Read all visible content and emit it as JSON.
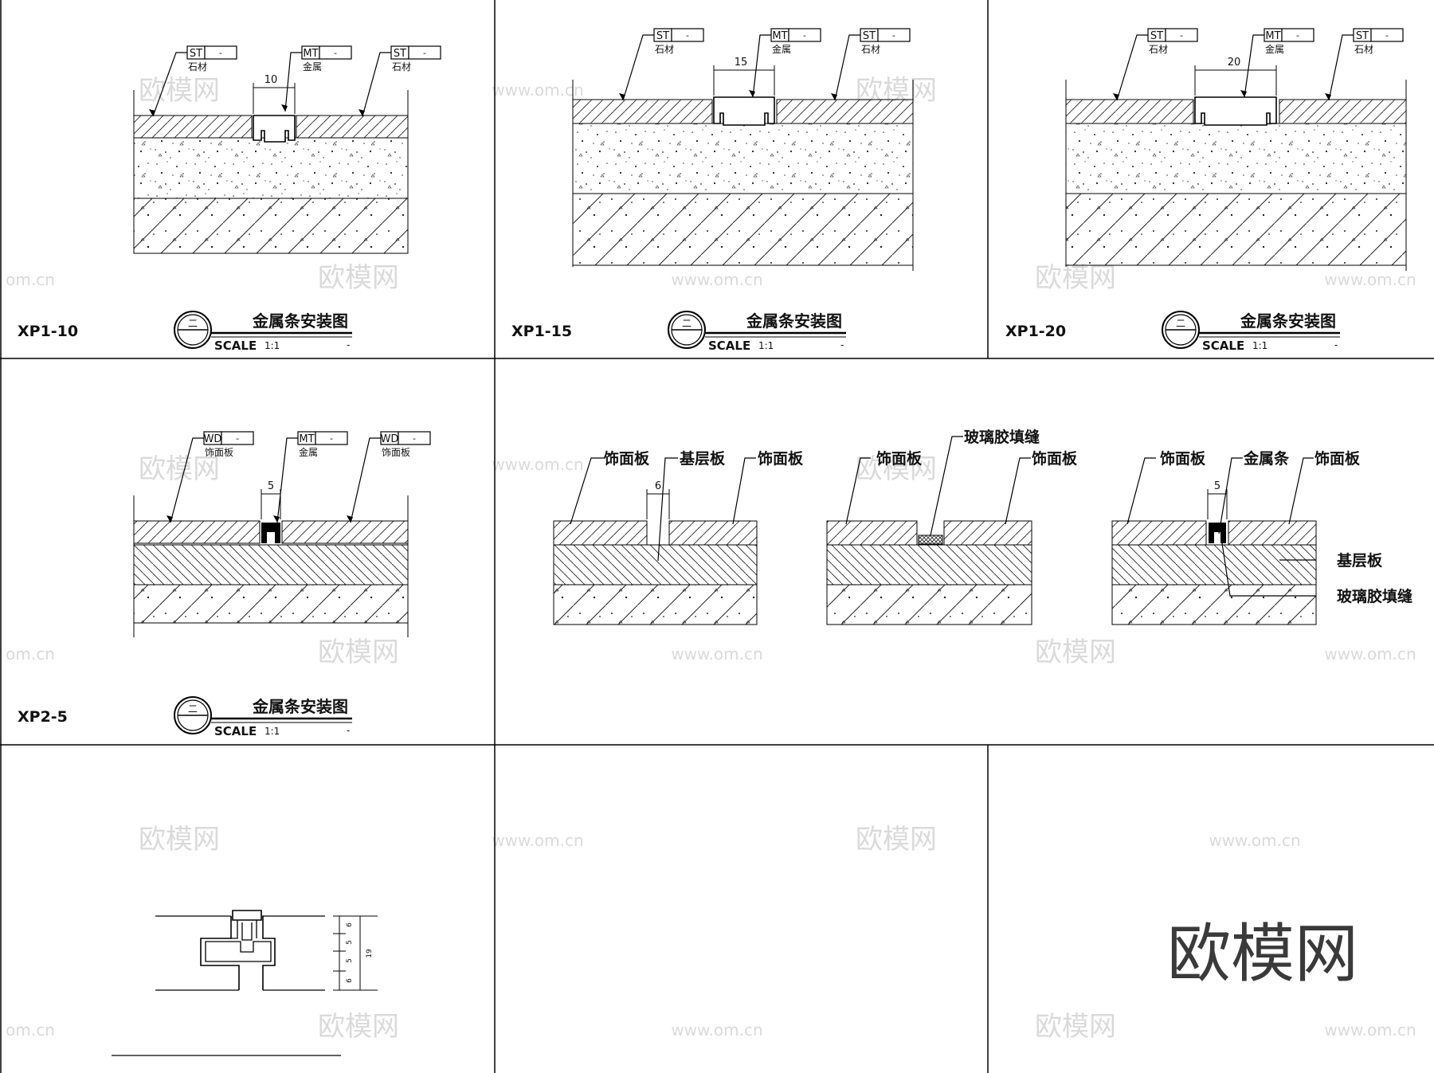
{
  "watermark": {
    "brand": "欧模网",
    "site": "www.om.cn",
    "site_short": "om.cn"
  },
  "title_block": {
    "heading": "金属条安装图",
    "scale_label": "SCALE",
    "scale_value": "1:1",
    "dash": "-",
    "index_glyph": "二"
  },
  "callout_dash": "-",
  "panels": {
    "xp1_10": {
      "code": "XP1-10",
      "dim": "10",
      "tags": [
        {
          "code": "ST",
          "name": "石材"
        },
        {
          "code": "MT",
          "name": "金属"
        },
        {
          "code": "ST",
          "name": "石材"
        }
      ]
    },
    "xp1_15": {
      "code": "XP1-15",
      "dim": "15",
      "tags": [
        {
          "code": "ST",
          "name": "石材"
        },
        {
          "code": "MT",
          "name": "金属"
        },
        {
          "code": "ST",
          "name": "石材"
        }
      ]
    },
    "xp1_20": {
      "code": "XP1-20",
      "dim": "20",
      "tags": [
        {
          "code": "ST",
          "name": "石材"
        },
        {
          "code": "MT",
          "name": "金属"
        },
        {
          "code": "ST",
          "name": "石材"
        }
      ]
    },
    "xp2_5": {
      "code": "XP2-5",
      "dim": "5",
      "tags": [
        {
          "code": "WD",
          "name": "饰面板"
        },
        {
          "code": "MT",
          "name": "金属"
        },
        {
          "code": "WD",
          "name": "饰面板"
        }
      ]
    }
  },
  "joints": {
    "open": {
      "left": "饰面板",
      "middle": "基层板",
      "right": "饰面板",
      "dim": "6"
    },
    "sealant": {
      "left": "饰面板",
      "middle": "玻璃胶填缝",
      "right": "饰面板"
    },
    "strip": {
      "left": "饰面板",
      "middle": "金属条",
      "right": "饰面板",
      "dim": "5",
      "side_a": "基层板",
      "side_b": "玻璃胶填缝"
    }
  },
  "profile": {
    "dims": [
      "6",
      "5",
      "5",
      "6"
    ],
    "total": "19"
  }
}
